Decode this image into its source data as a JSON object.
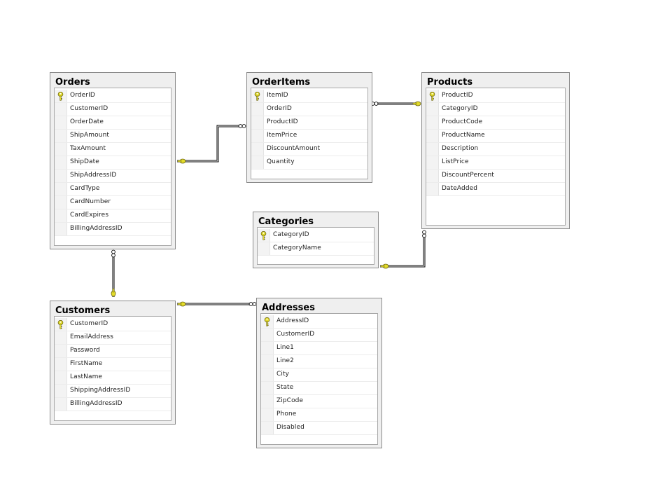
{
  "diagram": {
    "tables": [
      {
        "id": "orders",
        "title": "Orders",
        "columns": [
          {
            "name": "OrderID",
            "primary_key": true
          },
          {
            "name": "CustomerID"
          },
          {
            "name": "OrderDate"
          },
          {
            "name": "ShipAmount"
          },
          {
            "name": "TaxAmount"
          },
          {
            "name": "ShipDate"
          },
          {
            "name": "ShipAddressID"
          },
          {
            "name": "CardType"
          },
          {
            "name": "CardNumber"
          },
          {
            "name": "CardExpires"
          },
          {
            "name": "BillingAddressID"
          }
        ]
      },
      {
        "id": "orderitems",
        "title": "OrderItems",
        "columns": [
          {
            "name": "ItemID",
            "primary_key": true
          },
          {
            "name": "OrderID"
          },
          {
            "name": "ProductID"
          },
          {
            "name": "ItemPrice"
          },
          {
            "name": "DiscountAmount"
          },
          {
            "name": "Quantity"
          }
        ]
      },
      {
        "id": "products",
        "title": "Products",
        "columns": [
          {
            "name": "ProductID",
            "primary_key": true
          },
          {
            "name": "CategoryID"
          },
          {
            "name": "ProductCode"
          },
          {
            "name": "ProductName"
          },
          {
            "name": "Description"
          },
          {
            "name": "ListPrice"
          },
          {
            "name": "DiscountPercent"
          },
          {
            "name": "DateAdded"
          }
        ]
      },
      {
        "id": "categories",
        "title": "Categories",
        "columns": [
          {
            "name": "CategoryID",
            "primary_key": true
          },
          {
            "name": "CategoryName"
          }
        ]
      },
      {
        "id": "customers",
        "title": "Customers",
        "columns": [
          {
            "name": "CustomerID",
            "primary_key": true
          },
          {
            "name": "EmailAddress"
          },
          {
            "name": "Password"
          },
          {
            "name": "FirstName"
          },
          {
            "name": "LastName"
          },
          {
            "name": "ShippingAddressID"
          },
          {
            "name": "BillingAddressID"
          }
        ]
      },
      {
        "id": "addresses",
        "title": "Addresses",
        "columns": [
          {
            "name": "AddressID",
            "primary_key": true
          },
          {
            "name": "CustomerID"
          },
          {
            "name": "Line1"
          },
          {
            "name": "Line2"
          },
          {
            "name": "City"
          },
          {
            "name": "State"
          },
          {
            "name": "ZipCode"
          },
          {
            "name": "Phone"
          },
          {
            "name": "Disabled"
          }
        ]
      }
    ],
    "relationships": [
      {
        "one": "orders",
        "many": "orderitems"
      },
      {
        "one": "products",
        "many": "orderitems"
      },
      {
        "one": "categories",
        "many": "products"
      },
      {
        "one": "customers",
        "many": "orders"
      },
      {
        "one": "customers",
        "many": "addresses"
      }
    ],
    "colors": {
      "key_fill": "#e3dc2a",
      "key_stroke": "#6b6410",
      "link_line": "#000000"
    }
  }
}
